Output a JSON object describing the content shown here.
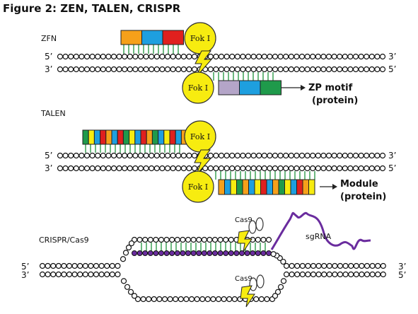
{
  "title": "Figure 2: ZEN, TALEN, CRISPR",
  "sections": {
    "zfn": {
      "label": "ZFN",
      "end_5": "5’",
      "end_3_left": "3’",
      "end_3_right": "3’",
      "end_5_right": "5’",
      "fok_top": "Fok I",
      "fok_bottom": "Fok I",
      "note_line1": "ZP motif",
      "note_line2": "(protein)",
      "top_colors": [
        "#f6a01a",
        "#1e9fdf",
        "#e0201e"
      ],
      "bottom_colors": [
        "#b4a5c8",
        "#1e9fdf",
        "#1f9a4b"
      ]
    },
    "talen": {
      "label": "TALEN",
      "end_5": "5’",
      "end_3_left": "3’",
      "end_3_right": "3’",
      "end_5_right": "5’",
      "fok_top": "Fok I",
      "fok_bottom": "Fok I",
      "note_line1": "Module",
      "note_line2": "(protein)",
      "top_colors": [
        "#1f9a4b",
        "#f7ec10",
        "#1e9fdf",
        "#e0201e",
        "#f6a01a",
        "#1e9fdf",
        "#e0201e",
        "#1f9a4b",
        "#f7ec10",
        "#1e9fdf",
        "#e0201e",
        "#f6a01a",
        "#1f9a4b",
        "#1e9fdf",
        "#f7ec10",
        "#e0201e",
        "#1e9fdf",
        "#f6a01a"
      ],
      "bottom_colors": [
        "#f6a01a",
        "#1e9fdf",
        "#f7ec10",
        "#1f9a4b",
        "#f6a01a",
        "#1e9fdf",
        "#f7ec10",
        "#e0201e",
        "#1e9fdf",
        "#f6a01a",
        "#1f9a4b",
        "#f7ec10",
        "#1e9fdf",
        "#e0201e",
        "#f6a01a",
        "#f7ec10"
      ]
    },
    "crispr": {
      "label": "CRISPR/Cas9",
      "end_5_left": "5’",
      "end_3_left": "3’",
      "end_3_right": "3’",
      "end_5_right": "5’",
      "cas_top": "Cas9",
      "cas_bottom": "Cas9",
      "sgrna": "sgRNA",
      "sgrna_color": "#6a2c9e"
    }
  }
}
